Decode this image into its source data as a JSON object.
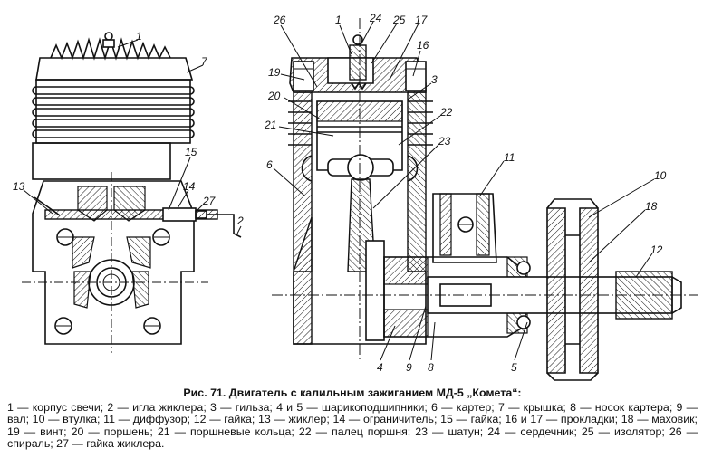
{
  "figure": {
    "title": "Рис. 71. Двигатель с калильным зажиганием МД-5 „Комета“:",
    "legend": "1 — корпус свечи; 2 — игла жиклера; 3 — гильза; 4 и 5 — шарикоподшипники; 6 — картер; 7 — крышка; 8 — носок картера; 9 — вал; 10 — втулка; 11 — диффузор; 12 — гайка; 13 — жиклер; 14 — ограничитель; 15 — гайка; 16 и 17 — прокладки; 18 — маховик; 19 — винт; 20 — поршень; 21 — поршневые кольца; 22 — палец поршня; 23 — шатун; 24 — сердечник; 25 — изолятор; 26 — спираль; 27 — гайка жиклера."
  },
  "callouts": {
    "n1a": "1",
    "n7": "7",
    "n15": "15",
    "n13": "13",
    "n14": "14",
    "n27": "27",
    "n2": "2",
    "n26": "26",
    "n1b": "1",
    "n24": "24",
    "n25": "25",
    "n17": "17",
    "n16": "16",
    "n19": "19",
    "n3": "3",
    "n20": "20",
    "n22": "22",
    "n21": "21",
    "n23": "23",
    "n6": "6",
    "n11": "11",
    "n10": "10",
    "n18": "18",
    "n12": "12",
    "n4": "4",
    "n9": "9",
    "n8": "8",
    "n5": "5"
  },
  "colors": {
    "ink": "#111111",
    "paper": "#ffffff"
  }
}
